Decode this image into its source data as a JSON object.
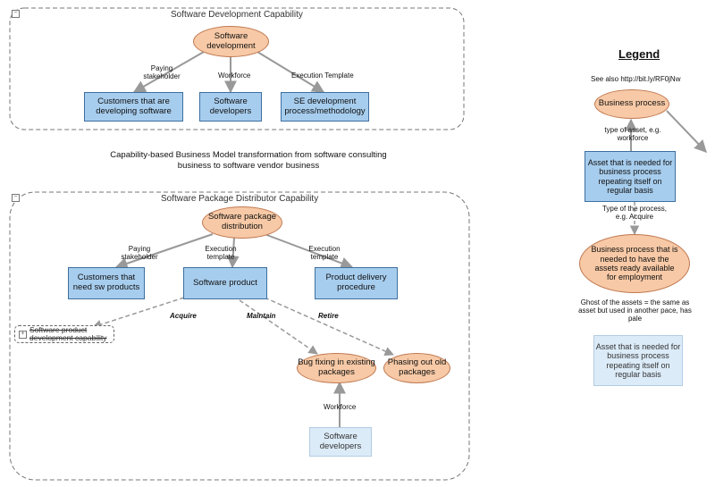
{
  "groups": {
    "top": {
      "title": "Software Development Capability"
    },
    "bottom": {
      "title": "Software Package Distributor Capability"
    }
  },
  "nodes": {
    "software_development": "Software development",
    "customers_developing": "Customers that are developing software",
    "software_developers_top": "Software developers",
    "se_development_process": "SE development process/methodology",
    "software_package_distribution": "Software package distribution",
    "customers_need_sw": "Customers that need sw products",
    "software_product": "Software product",
    "product_delivery_procedure": "Product delivery procedure",
    "software_product_dev_capability": "Software product development capability",
    "bug_fixing": "Bug fixing in existing packages",
    "phasing_out": "Phasing out old packages",
    "software_developers_bottom": "Software developers"
  },
  "edge_labels": {
    "top_paying": "Paying stakeholder",
    "top_workforce": "Workforce",
    "top_execution": "Execution Template",
    "bottom_paying": "Paying stakeholder",
    "bottom_execution_mid": "Execution template",
    "bottom_execution_right": "Execution template",
    "acquire": "Acquire",
    "maintain": "Maintain",
    "retire": "Retire",
    "workforce_bottom": "Workforce"
  },
  "caption": "Capability-based Business Model transformation from software consulting business to software vendor business",
  "legend": {
    "title": "Legend",
    "see_also": "See also http://bit.ly/RF0jNw",
    "business_process": "Business process",
    "type_of_asset": "type of asset, e.g. workforce",
    "asset_needed": "Asset that is needed for business process repeating itself on regular basis",
    "type_of_process": "Type of the process, e.g. Acquire",
    "bp_needed": "Business process that is needed to have the assets ready available for employment",
    "ghost_note": "Ghost of the assets = the same as asset but used in another pace, has pale",
    "asset_needed_pale": "Asset that is needed for business process repeating itself on regular basis"
  },
  "colors": {
    "asset_fill": "#a7cdee",
    "asset_border": "#3c6fa0",
    "process_fill": "#f7c9a6",
    "process_border": "#c07850",
    "ghost_fill": "#dcebf8",
    "connector": "#999999"
  }
}
